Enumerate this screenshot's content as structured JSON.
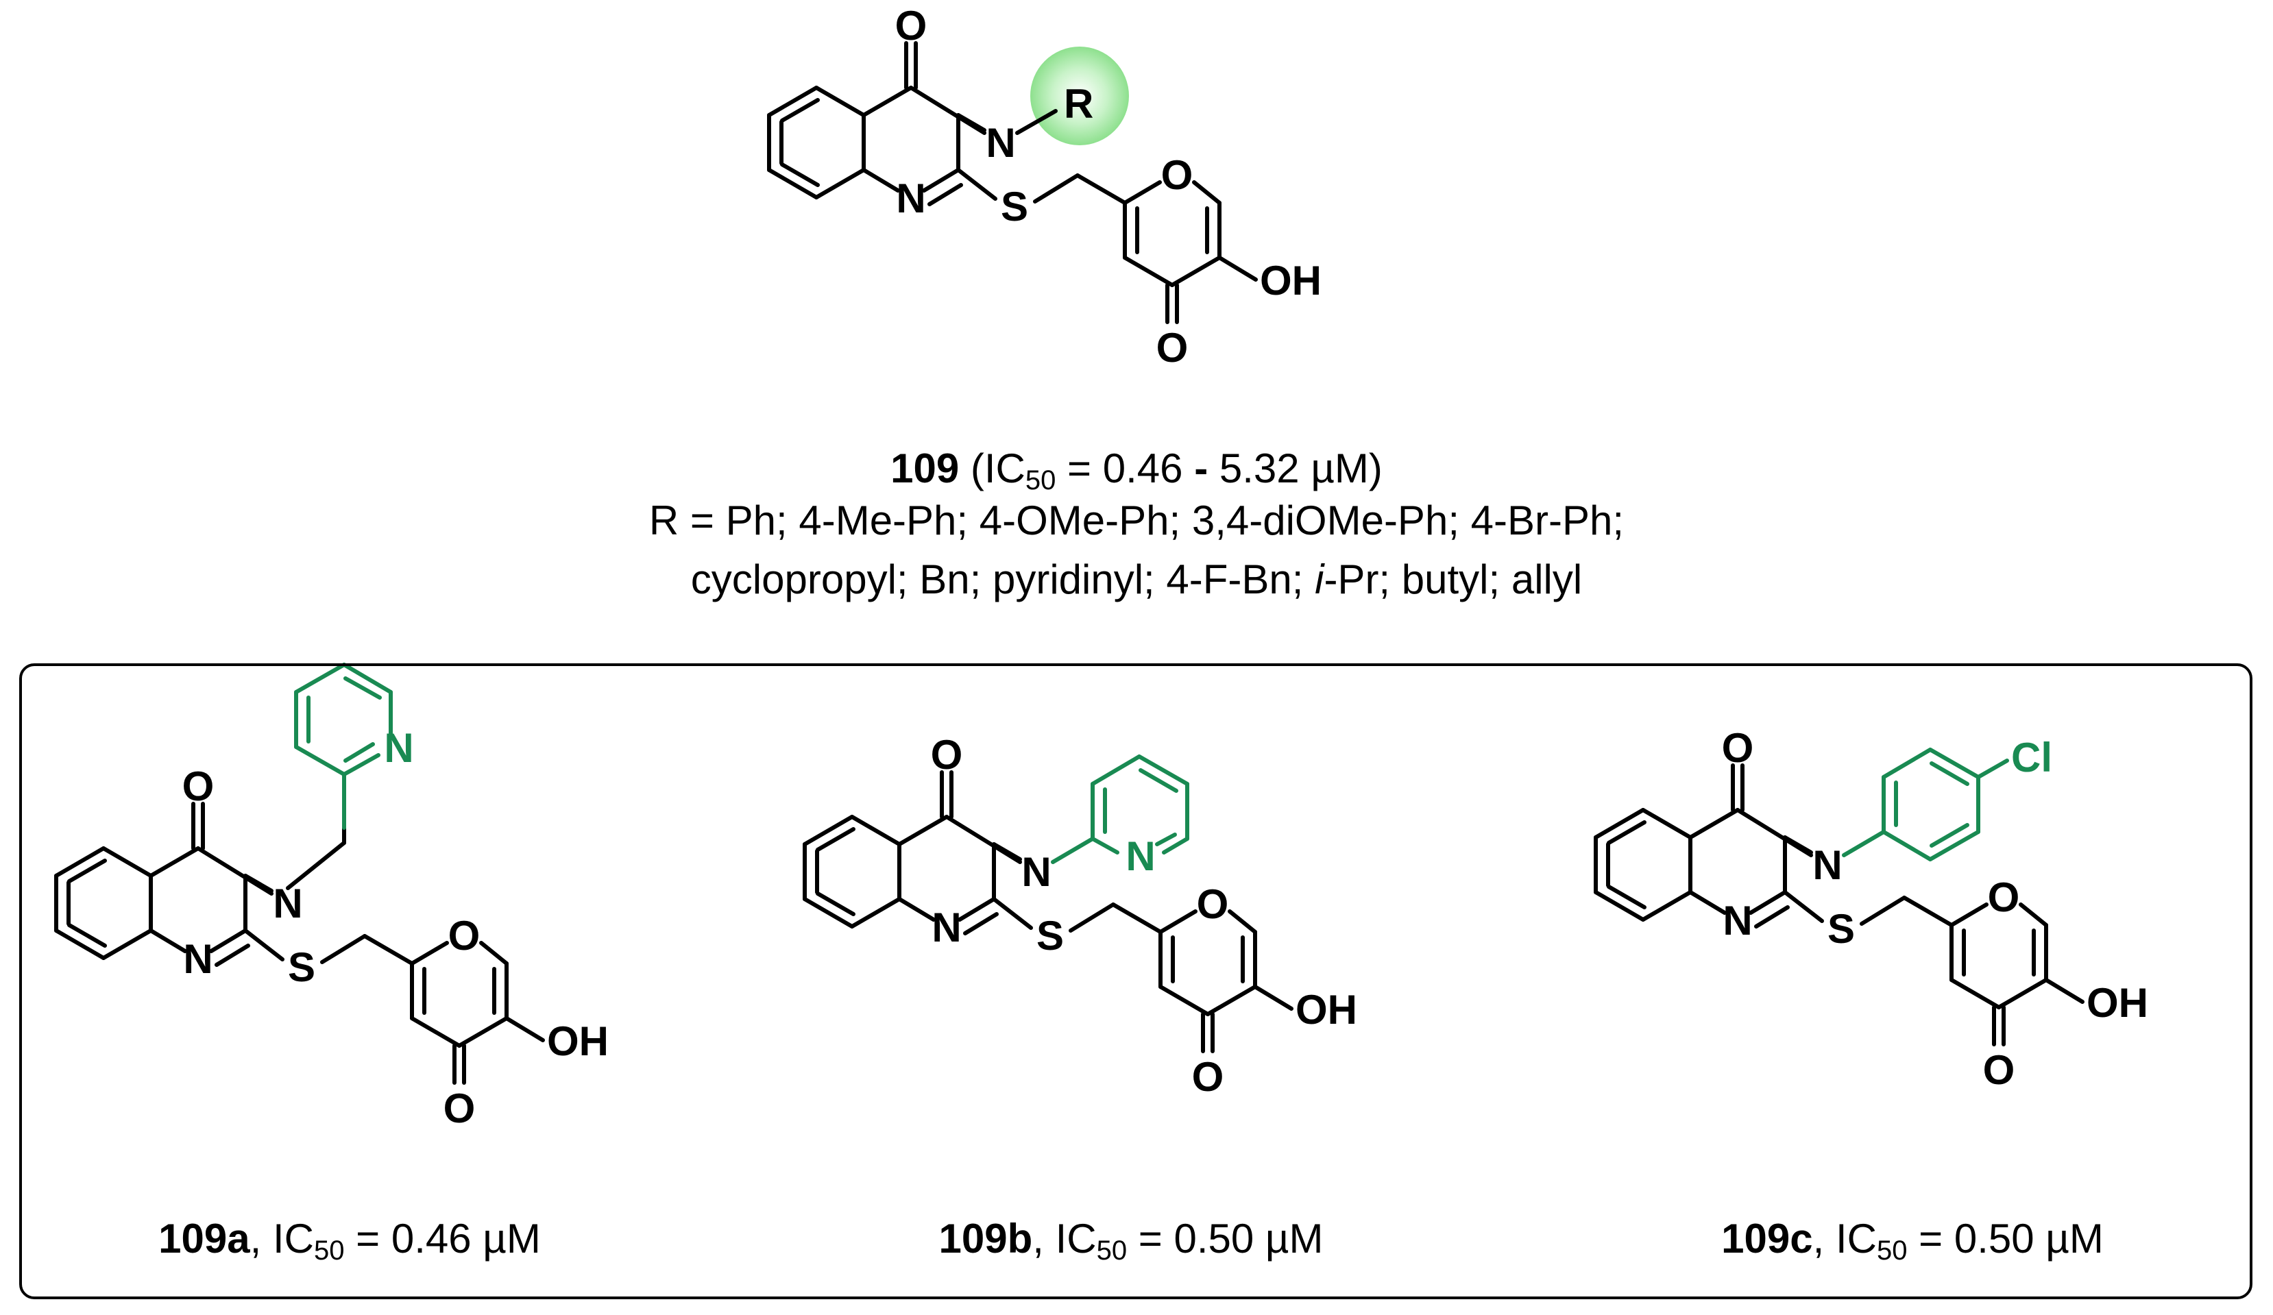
{
  "header": {
    "compound_id": "109",
    "ic50_prefix": "(IC",
    "ic50_sub": "50",
    "ic50_range": " = 0.46 ",
    "ic50_dash": "-",
    "ic50_tail": " 5.32 µM)",
    "r_line1": "R = Ph; 4-Me-Ph; 4-OMe-Ph; 3,4-diOMe-Ph; 4-Br-Ph;",
    "r_line2_a": "cyclopropyl; Bn; pyridinyl; 4-F-Bn; ",
    "r_line2_italic": "i",
    "r_line2_b": "-Pr; butyl; allyl"
  },
  "atoms": {
    "O": "O",
    "N": "N",
    "S": "S",
    "OH": "OH",
    "R": "R",
    "Cl": "Cl"
  },
  "compounds": [
    {
      "id": "109a",
      "ic50_label": "IC",
      "ic50_sub": "50",
      "value": " = 0.46 µM"
    },
    {
      "id": "109b",
      "ic50_label": "IC",
      "ic50_sub": "50",
      "value": " = 0.50 µM"
    },
    {
      "id": "109c",
      "ic50_label": "IC",
      "ic50_sub": "50",
      "value": " = 0.50 µM"
    }
  ],
  "colors": {
    "substituent": "#198a52",
    "r_highlight": "#8ee08e"
  }
}
